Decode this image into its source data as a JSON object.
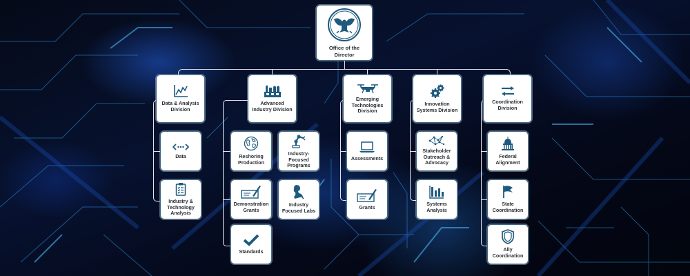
{
  "colors": {
    "icon": "#1f5a7e",
    "box_bg": "#ffffff",
    "box_border": "#3b6a8a",
    "connector": "#dfe6ef",
    "label_text": "#2a2f35",
    "background": "#03060f"
  },
  "director": {
    "label": "Office of the Director",
    "icon": "eagle-seal-icon"
  },
  "divisions": [
    {
      "label": "Data & Analysis Division",
      "icon": "line-chart-icon",
      "units": [
        {
          "label": "Data",
          "icon": "code-dots-icon"
        },
        {
          "label": "Industry & Technology Analysis",
          "icon": "clipboard-checklist-icon"
        }
      ]
    },
    {
      "label": "Advanced Industry Division",
      "icon": "factory-icon",
      "units": [
        {
          "label": "Reshoring Production",
          "icon": "globe-icon"
        },
        {
          "label": "Industry-Focused Programs",
          "icon": "robotic-arm-icon"
        },
        {
          "label": "Demonstration Grants",
          "icon": "check-signing-icon"
        },
        {
          "label": "Industry Focused Labs",
          "icon": "microscope-icon"
        },
        {
          "label": "Standards",
          "icon": "checkmark-icon"
        }
      ]
    },
    {
      "label": "Emerging Technologies Division",
      "icon": "drone-icon",
      "units": [
        {
          "label": "Assessments",
          "icon": "laptop-icon"
        },
        {
          "label": "Grants",
          "icon": "check-signing-icon"
        }
      ]
    },
    {
      "label": "Innovation Systems Division",
      "icon": "gears-icon",
      "units": [
        {
          "label": "Stakeholder Outreach & Advocacy",
          "icon": "network-icon"
        },
        {
          "label": "Systems Analysis",
          "icon": "bar-chart-icon"
        }
      ]
    },
    {
      "label": "Coordination Division",
      "icon": "exchange-arrows-icon",
      "units": [
        {
          "label": "Federal Alignment",
          "icon": "capitol-icon"
        },
        {
          "label": "State Coordination",
          "icon": "flag-icon"
        },
        {
          "label": "Ally Coordination",
          "icon": "shield-icon"
        }
      ]
    }
  ]
}
